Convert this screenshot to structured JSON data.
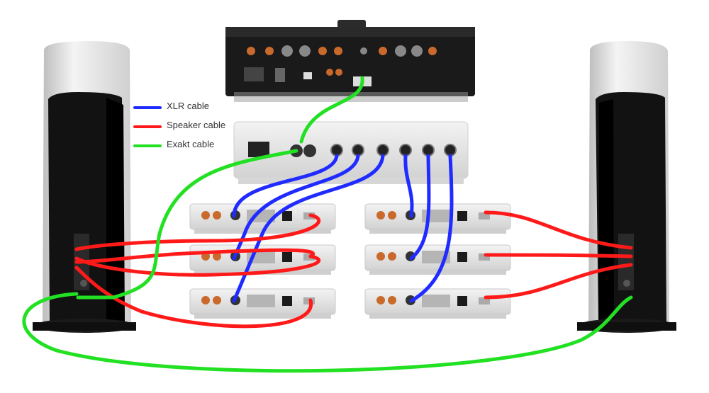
{
  "legend": {
    "items": [
      {
        "label": "XLR cable",
        "color": "#1f2bff"
      },
      {
        "label": "Speaker cable",
        "color": "#ff1a1a"
      },
      {
        "label": "Exakt cable",
        "color": "#22e022"
      }
    ]
  },
  "colors": {
    "xlr": "#1f2bff",
    "speaker": "#ff1a1a",
    "exakt": "#22e022",
    "speaker_body": "#111111",
    "speaker_shell": "#e6e6e6",
    "unit_silver": "#e4e4e4",
    "dark_unit": "#1a1a1a"
  }
}
